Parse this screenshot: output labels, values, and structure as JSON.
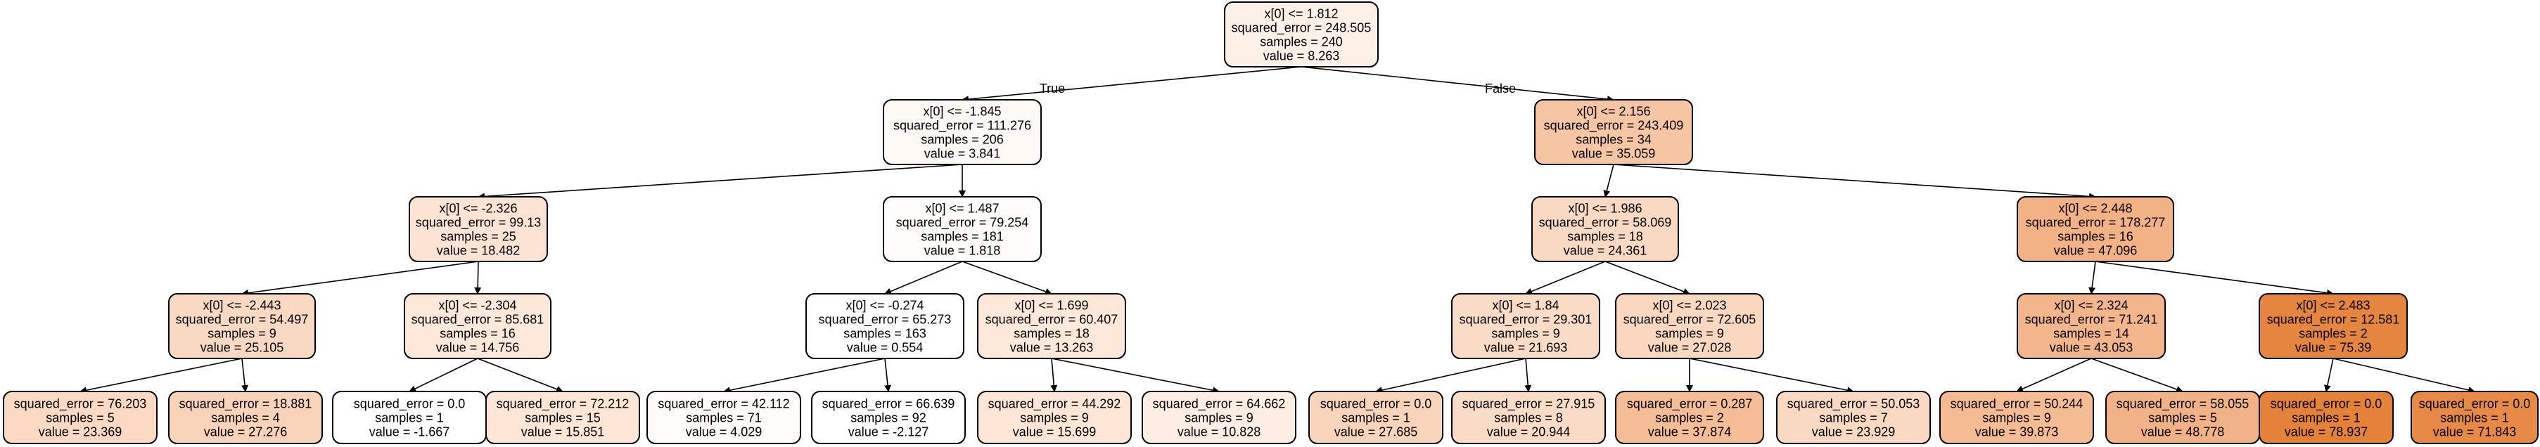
{
  "tree": {
    "edge_labels": {
      "true_label": "True",
      "false_label": "False"
    },
    "nodes": [
      {
        "id": 0,
        "color": "#fdf0e7",
        "lines": [
          "x[0] <= 1.812",
          "squared_error = 248.505",
          "samples = 240",
          "value = 8.263"
        ]
      },
      {
        "id": 1,
        "color": "#fef9f5",
        "lines": [
          "x[0] <= -1.845",
          "squared_error = 111.276",
          "samples = 206",
          "value = 3.841"
        ]
      },
      {
        "id": 2,
        "color": "#f6c6a4",
        "lines": [
          "x[0] <= 2.156",
          "squared_error = 243.409",
          "samples = 34",
          "value = 35.059"
        ]
      },
      {
        "id": 3,
        "color": "#fce3d3",
        "lines": [
          "x[0] <= -2.326",
          "squared_error = 99.13",
          "samples = 25",
          "value = 18.482"
        ]
      },
      {
        "id": 4,
        "color": "#fffdfc",
        "lines": [
          "x[0] <= 1.487",
          "squared_error = 79.254",
          "samples = 181",
          "value = 1.818"
        ]
      },
      {
        "id": 5,
        "color": "#f9d9c2",
        "lines": [
          "x[0] <= 1.986",
          "squared_error = 58.069",
          "samples = 18",
          "value = 24.361"
        ]
      },
      {
        "id": 6,
        "color": "#f3b186",
        "lines": [
          "x[0] <= 2.448",
          "squared_error = 178.277",
          "samples = 16",
          "value = 47.096"
        ]
      },
      {
        "id": 7,
        "color": "#fad9c2",
        "lines": [
          "x[0] <= -2.443",
          "squared_error = 54.497",
          "samples = 9",
          "value = 25.105"
        ]
      },
      {
        "id": 8,
        "color": "#fde8da",
        "lines": [
          "x[0] <= -2.304",
          "squared_error = 85.681",
          "samples = 16",
          "value = 14.756"
        ]
      },
      {
        "id": 9,
        "color": "#ffffff",
        "lines": [
          "x[0] <= -0.274",
          "squared_error = 65.273",
          "samples = 163",
          "value = 0.554"
        ]
      },
      {
        "id": 10,
        "color": "#fde8d9",
        "lines": [
          "x[0] <= 1.699",
          "squared_error = 60.407",
          "samples = 18",
          "value = 13.263"
        ]
      },
      {
        "id": 11,
        "color": "#fadbc6",
        "lines": [
          "x[0] <= 1.84",
          "squared_error = 29.301",
          "samples = 9",
          "value = 21.693"
        ]
      },
      {
        "id": 12,
        "color": "#fad8c0",
        "lines": [
          "x[0] <= 2.023",
          "squared_error = 72.605",
          "samples = 9",
          "value = 27.028"
        ]
      },
      {
        "id": 13,
        "color": "#f3b58b",
        "lines": [
          "x[0] <= 2.324",
          "squared_error = 71.241",
          "samples = 14",
          "value = 43.053"
        ]
      },
      {
        "id": 14,
        "color": "#e68540",
        "lines": [
          "x[0] <= 2.483",
          "squared_error = 12.581",
          "samples = 2",
          "value = 75.39"
        ]
      },
      {
        "id": 15,
        "color": "#fbd9c3",
        "lines": [
          "squared_error = 76.203",
          "samples = 5",
          "value = 23.369"
        ]
      },
      {
        "id": 16,
        "color": "#f8d3b9",
        "lines": [
          "squared_error = 18.881",
          "samples = 4",
          "value = 27.276"
        ]
      },
      {
        "id": 17,
        "color": "#ffffff",
        "lines": [
          "squared_error = 0.0",
          "samples = 1",
          "value = -1.667"
        ]
      },
      {
        "id": 18,
        "color": "#fde6d6",
        "lines": [
          "squared_error = 72.212",
          "samples = 15",
          "value = 15.851"
        ]
      },
      {
        "id": 19,
        "color": "#fefbf9",
        "lines": [
          "squared_error = 42.112",
          "samples = 71",
          "value = 4.029"
        ]
      },
      {
        "id": 20,
        "color": "#ffffff",
        "lines": [
          "squared_error = 66.639",
          "samples = 92",
          "value = -2.127"
        ]
      },
      {
        "id": 21,
        "color": "#fde6d6",
        "lines": [
          "squared_error = 44.292",
          "samples = 9",
          "value = 15.699"
        ]
      },
      {
        "id": 22,
        "color": "#feede3",
        "lines": [
          "squared_error = 64.662",
          "samples = 9",
          "value = 10.828"
        ]
      },
      {
        "id": 23,
        "color": "#f8d4ba",
        "lines": [
          "squared_error = 0.0",
          "samples = 1",
          "value = 27.685"
        ]
      },
      {
        "id": 24,
        "color": "#fadbc6",
        "lines": [
          "squared_error = 27.915",
          "samples = 8",
          "value = 20.944"
        ]
      },
      {
        "id": 25,
        "color": "#f4bd95",
        "lines": [
          "squared_error = 0.287",
          "samples = 2",
          "value = 37.874"
        ]
      },
      {
        "id": 26,
        "color": "#fad9c2",
        "lines": [
          "squared_error = 50.053",
          "samples = 7",
          "value = 23.929"
        ]
      },
      {
        "id": 27,
        "color": "#f5bc93",
        "lines": [
          "squared_error = 50.244",
          "samples = 9",
          "value = 39.873"
        ]
      },
      {
        "id": 28,
        "color": "#f2b287",
        "lines": [
          "squared_error = 58.055",
          "samples = 5",
          "value = 48.778"
        ]
      },
      {
        "id": 29,
        "color": "#e5823a",
        "lines": [
          "squared_error = 0.0",
          "samples = 1",
          "value = 78.937"
        ]
      },
      {
        "id": 30,
        "color": "#e78a48",
        "lines": [
          "squared_error = 0.0",
          "samples = 1",
          "value = 71.843"
        ]
      }
    ],
    "edges": [
      {
        "from": 0,
        "to": 1,
        "label_key": "true_label"
      },
      {
        "from": 0,
        "to": 2,
        "label_key": "false_label"
      },
      {
        "from": 1,
        "to": 3
      },
      {
        "from": 1,
        "to": 4
      },
      {
        "from": 2,
        "to": 5
      },
      {
        "from": 2,
        "to": 6
      },
      {
        "from": 3,
        "to": 7
      },
      {
        "from": 3,
        "to": 8
      },
      {
        "from": 4,
        "to": 9
      },
      {
        "from": 4,
        "to": 10
      },
      {
        "from": 5,
        "to": 11
      },
      {
        "from": 5,
        "to": 12
      },
      {
        "from": 6,
        "to": 13
      },
      {
        "from": 6,
        "to": 14
      },
      {
        "from": 7,
        "to": 15
      },
      {
        "from": 7,
        "to": 16
      },
      {
        "from": 8,
        "to": 17
      },
      {
        "from": 8,
        "to": 18
      },
      {
        "from": 9,
        "to": 19
      },
      {
        "from": 9,
        "to": 20
      },
      {
        "from": 10,
        "to": 21
      },
      {
        "from": 10,
        "to": 22
      },
      {
        "from": 11,
        "to": 23
      },
      {
        "from": 11,
        "to": 24
      },
      {
        "from": 12,
        "to": 25
      },
      {
        "from": 12,
        "to": 26
      },
      {
        "from": 13,
        "to": 27
      },
      {
        "from": 13,
        "to": 28
      },
      {
        "from": 14,
        "to": 29
      },
      {
        "from": 14,
        "to": 30
      }
    ]
  }
}
